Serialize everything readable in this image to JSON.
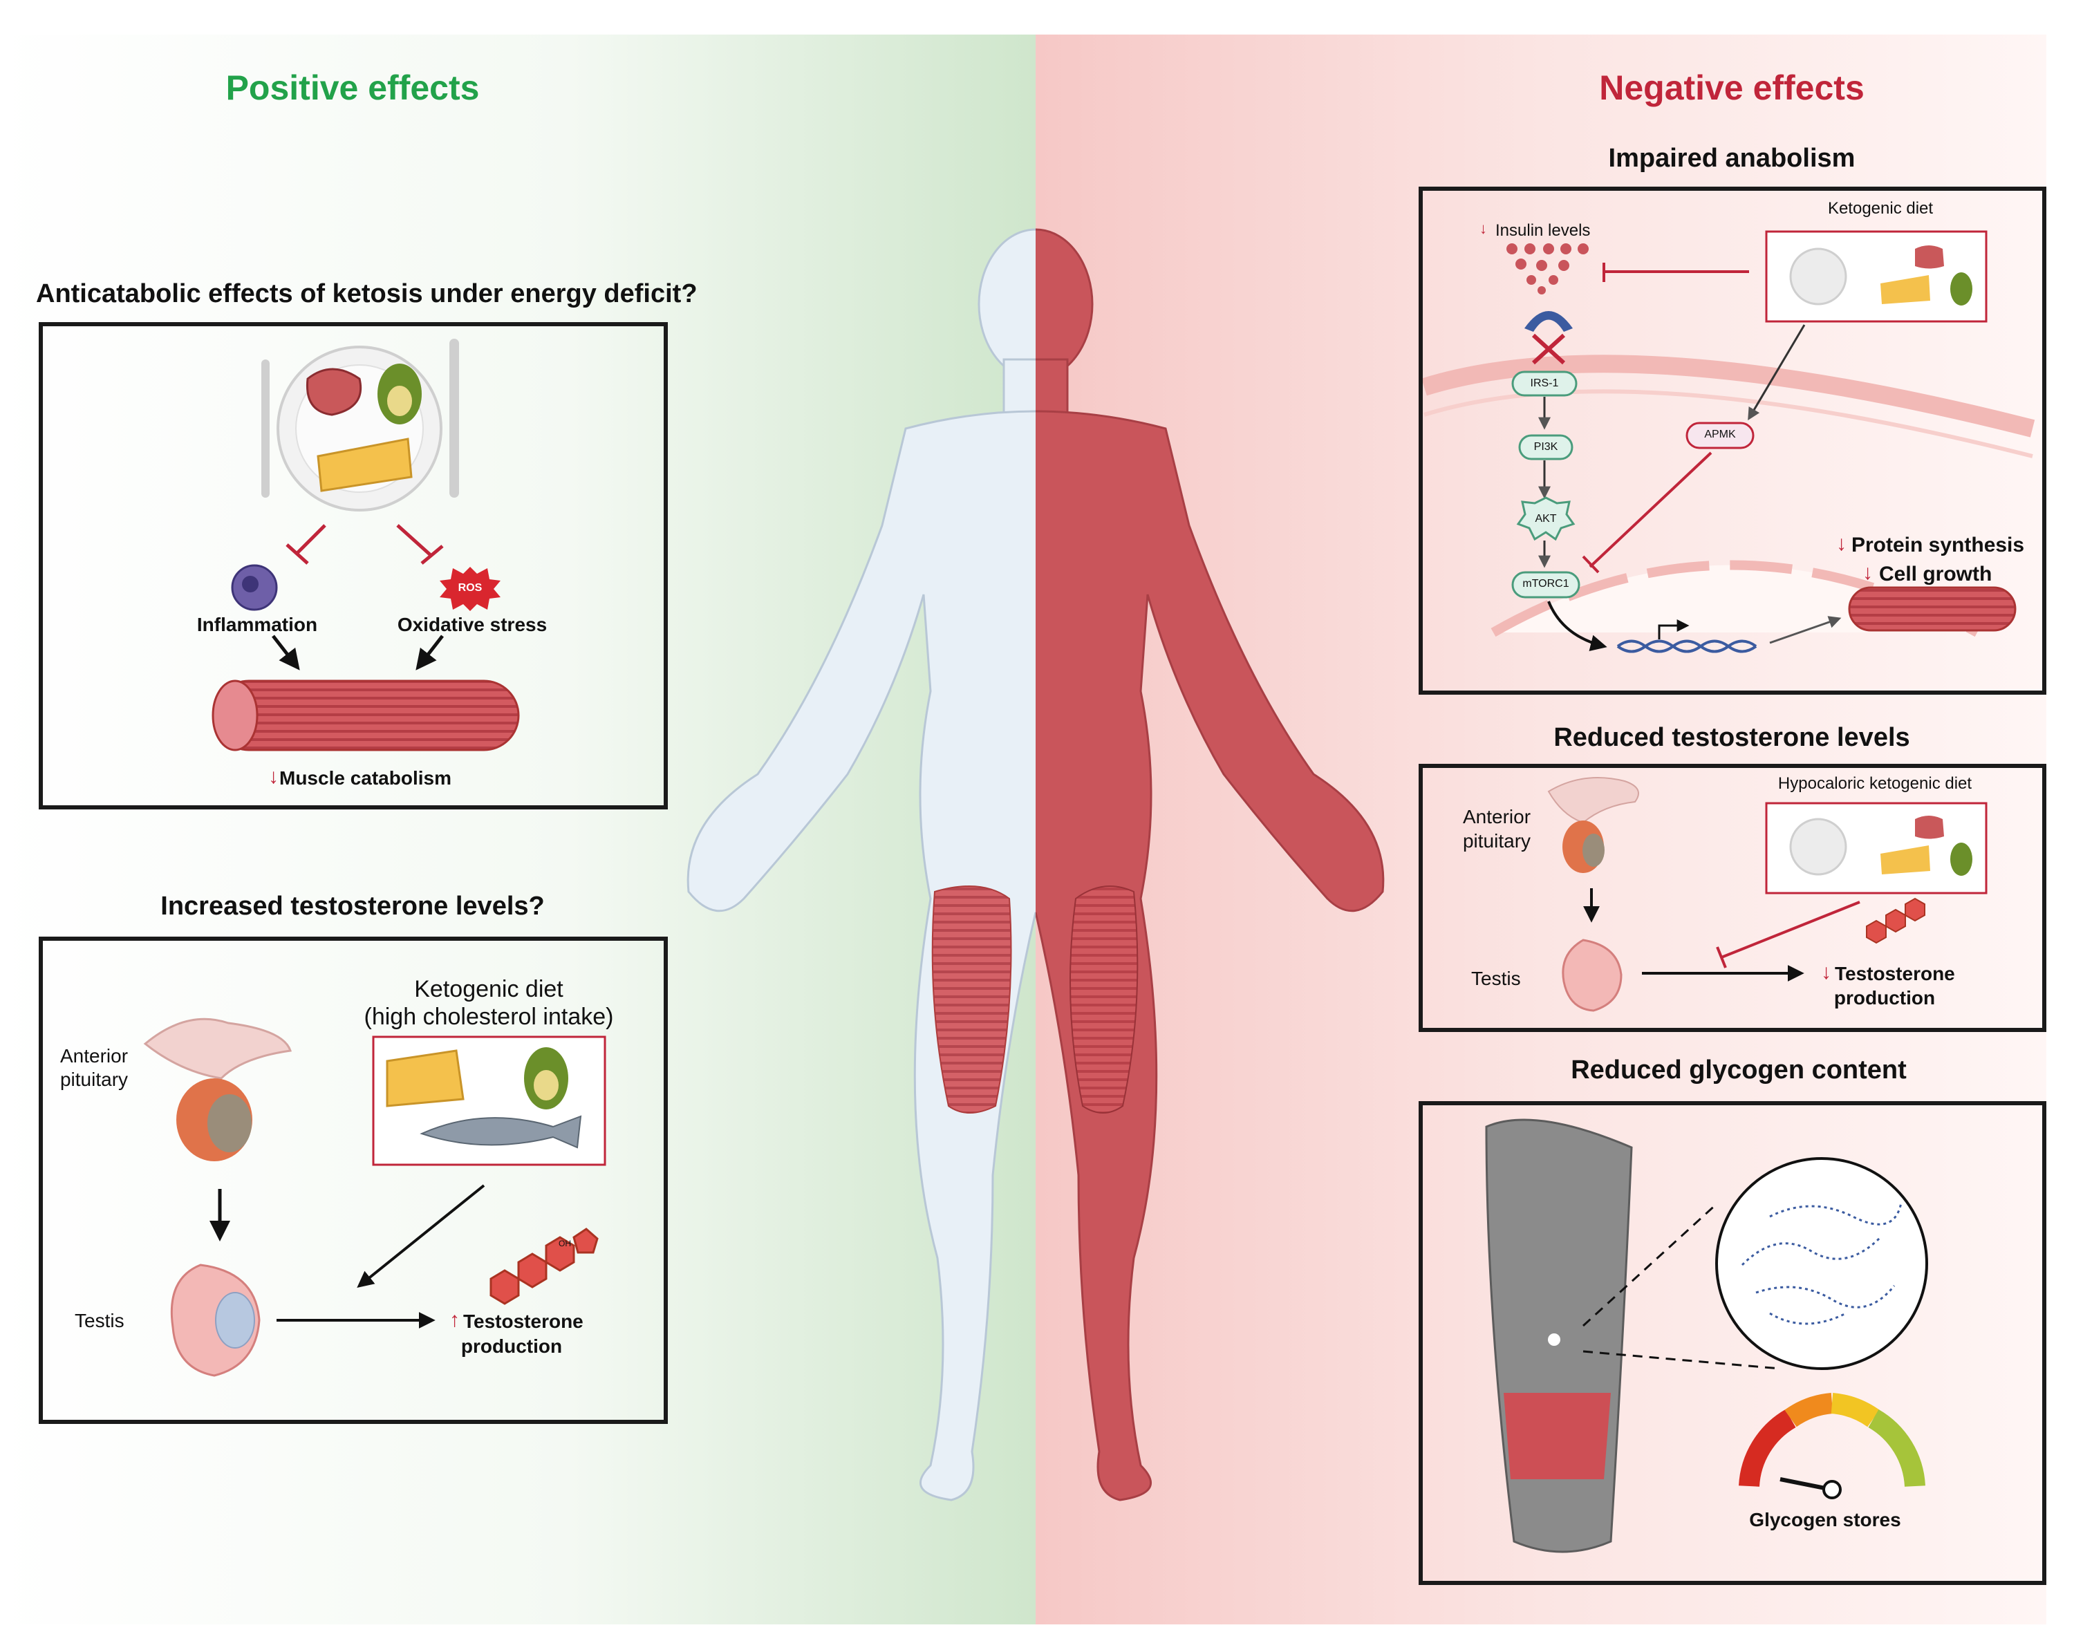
{
  "headers": {
    "positive": "Positive effects",
    "negative": "Negative effects"
  },
  "colors": {
    "positive": "#22a24a",
    "negative": "#c0253a",
    "muscle": "#c9434d",
    "human_left": "#e6eef5",
    "human_right": "#c9555b"
  },
  "anticatabolic": {
    "title": "Anticatabolic effects of ketosis under energy deficit?",
    "inflammation": "Inflammation",
    "oxidative_stress": "Oxidative stress",
    "ros": "ROS",
    "arrow": "↓",
    "muscle_catabolism": "Muscle catabolism"
  },
  "increased_testosterone": {
    "title": "Increased testosterone levels?",
    "diet_line1": "Ketogenic diet",
    "diet_line2": "(high cholesterol intake)",
    "pituitary_line1": "Anterior",
    "pituitary_line2": "pituitary",
    "testis": "Testis",
    "arrow": "↑",
    "production_line1": "Testosterone",
    "production_line2": "production",
    "oh": "OH"
  },
  "impaired_anabolism": {
    "title": "Impaired anabolism",
    "arrow": "↓",
    "insulin": "Insulin levels",
    "ketogenic_diet": "Ketogenic diet",
    "irs1": "IRS-1",
    "pi3k": "PI3K",
    "akt": "AKT",
    "mtorc1": "mTORC1",
    "apmk": "APMK",
    "protein_synthesis": "Protein synthesis",
    "cell_growth": "Cell growth"
  },
  "reduced_testosterone": {
    "title": "Reduced testosterone levels",
    "diet": "Hypocaloric ketogenic diet",
    "pituitary_line1": "Anterior",
    "pituitary_line2": "pituitary",
    "testis": "Testis",
    "arrow": "↓",
    "production_line1": "Testosterone",
    "production_line2": "production"
  },
  "reduced_glycogen": {
    "title": "Reduced glycogen content",
    "stores": "Glycogen stores"
  }
}
